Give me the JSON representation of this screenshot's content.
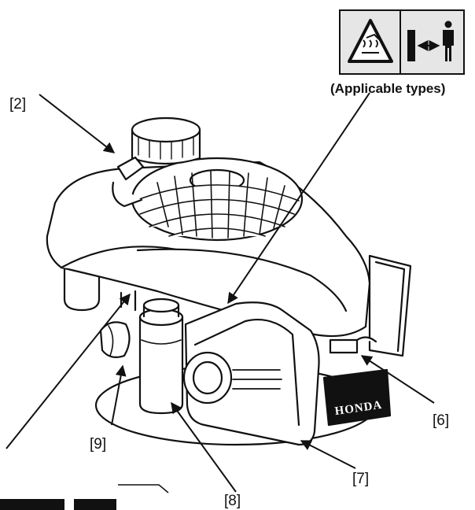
{
  "caption": "(Applicable types)",
  "brand": "HONDA",
  "callouts": [
    "[2]",
    "[6]",
    "[7]",
    "[8]",
    "[9]"
  ],
  "icons": [
    "hot-surface-warning-icon",
    "keep-distance-icon"
  ],
  "colors": {
    "ink": "#111111",
    "sign_bg": "#e6e6e6"
  }
}
